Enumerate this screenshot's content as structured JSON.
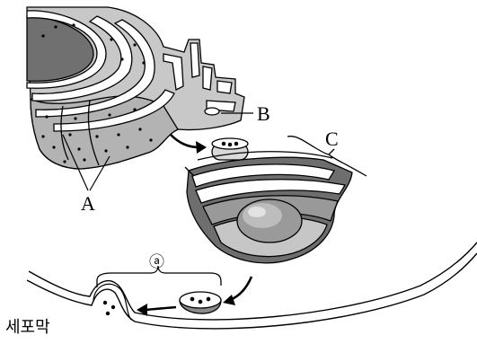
{
  "labels": {
    "A": "A",
    "B": "B",
    "C": "C",
    "a": "ⓐ",
    "membrane": "세포막"
  },
  "colors": {
    "outline": "#000000",
    "er_light": "#c8c8c8",
    "er_mid": "#a9a9a9",
    "nucleus": "#707070",
    "golgi_dark": "#6e6e6e",
    "golgi_mid": "#999999",
    "golgi_light": "#d9d9d9",
    "white": "#ffffff"
  }
}
